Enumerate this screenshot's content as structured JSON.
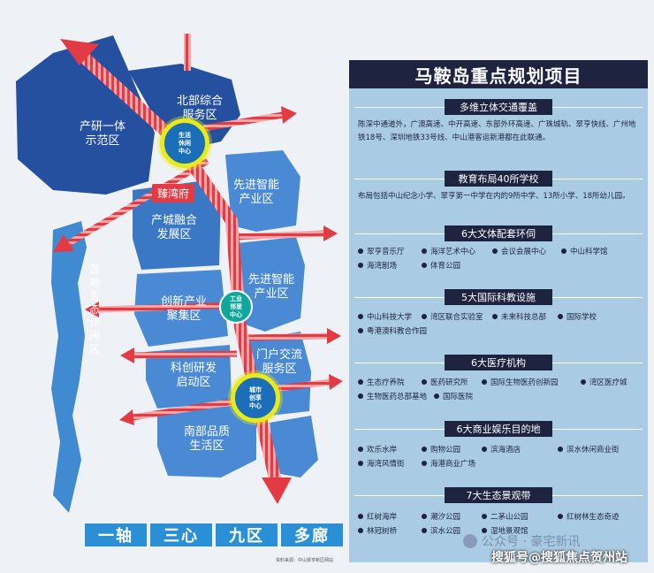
{
  "map": {
    "zones": [
      {
        "id": "chanyan",
        "label": "产研一体\n示范区"
      },
      {
        "id": "beibu",
        "label": "北部综合\n服务区"
      },
      {
        "id": "xianjin1",
        "label": "先进智能\n产业区"
      },
      {
        "id": "chancheng",
        "label": "产城融合\n发展区"
      },
      {
        "id": "xianjin2",
        "label": "先进智能\n产业区"
      },
      {
        "id": "chuangxin",
        "label": "创新产业\n聚集区"
      },
      {
        "id": "kechuang",
        "label": "科创研发\n启动区"
      },
      {
        "id": "menhu",
        "label": "门户交流\n服务区"
      },
      {
        "id": "nanbu",
        "label": "南部品质\n生活区"
      },
      {
        "id": "shidi",
        "label": "湿\n地\n生\n态\n休\n闲\n区"
      }
    ],
    "hubs": {
      "shenghuo": "生活\n休闲\n中心",
      "gongye": "工业\n邻里\n中心",
      "chengshi": "城市\n创享\n中心"
    },
    "tag": "臻湾府",
    "bottom_bar": [
      "一轴",
      "三心",
      "九区",
      "多廊"
    ],
    "source": "资料来源：中山翠亨新区网站",
    "colors": {
      "dark_zone": "#24509f",
      "light_zone": "#4a8ad4",
      "arrow": "#e23b44",
      "hub_ring": "#e9ea1c",
      "hub_teal": "#10a79b",
      "wetland": "#3f8ad1"
    }
  },
  "panel": {
    "title": "马鞍岛重点规划项目",
    "sections": [
      {
        "head": "多维立体交通覆盖",
        "text": "陈深中通道外，广澳高速、中开高速、东部外环高速、广珠城轨、翠亨快线、广州地铁18号、深圳地铁33号线、中山港客运新港都在此联通。"
      },
      {
        "head": "教育布局40所学校",
        "text": "布局包括中山纪念小学、翠亨第一中学在内的9所中学、13所小学、18所幼儿园。"
      },
      {
        "head": "6大文体配套环伺",
        "items": [
          "翠亨音乐厅",
          "海洋艺术中心",
          "会议会展中心",
          "中山科学馆",
          "海湾剧场",
          "体育公园"
        ]
      },
      {
        "head": "5大国际科教设施",
        "items": [
          "中山科技大学",
          "湾区联合实验室",
          "未来科技总部",
          "国际学校",
          "粤港澳科教合作园"
        ]
      },
      {
        "head": "6大医疗机构",
        "items": [
          "生态疗养院",
          "医药研究所",
          "国际生物医药创新园",
          "湾区医疗城",
          "生物医药总部基地",
          "国际医院"
        ]
      },
      {
        "head": "6大商业娱乐目的地",
        "items": [
          "欢乐水岸",
          "购物公园",
          "滨海酒店",
          "滨水休闲商业街",
          "海湾风情街",
          "海港商业广场"
        ]
      },
      {
        "head": "7大生态景观带",
        "items": [
          "红树海岸",
          "潮汐公园",
          "二茅山公园",
          "红树林生态奇迹",
          "林冠树桥",
          "滨水公园",
          "湿地景观馆"
        ]
      }
    ]
  },
  "watermarks": {
    "wechat": "公众号 · 豪宅新讯",
    "sohu": "搜狐号@搜狐焦点贺州站"
  }
}
